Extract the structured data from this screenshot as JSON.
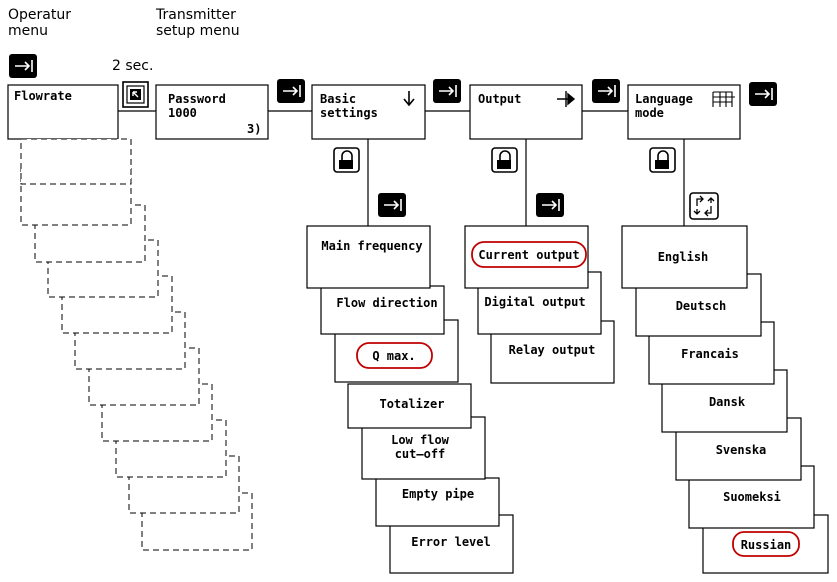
{
  "header": {
    "operator_line1": "Operatur",
    "operator_line2": "menu",
    "transmitter_line1": "Transmitter",
    "transmitter_line2": "setup  menu",
    "hold_time": "2 sec."
  },
  "top_boxes": {
    "flowrate": "Flowrate",
    "password_line1": "Password",
    "password_line2": "1000",
    "password_note": "3)",
    "basic_line1": "Basic",
    "basic_line2": "settings",
    "output": "Output",
    "language_line1": "Language",
    "language_line2": "mode"
  },
  "basic_settings_items": [
    "Main frequency",
    "Flow direction",
    "Q max.",
    "Totalizer",
    "Low flow|cut–off",
    "Empty pipe",
    "Error level"
  ],
  "output_items": [
    "Current output",
    "Digital output",
    "Relay output"
  ],
  "language_items": [
    "English",
    "Deutsch",
    "Francais",
    "Dansk",
    "Svenska",
    "Suomeksi",
    "Russian"
  ],
  "highlighted": [
    "Q max.",
    "Current output",
    "Russian"
  ],
  "icons": [
    "enter-key-icon",
    "lock-key-icon",
    "arrows-cycle-icon",
    "down-arrow-icon",
    "output-symbol-icon",
    "grid-icon",
    "hold-button-icon"
  ]
}
